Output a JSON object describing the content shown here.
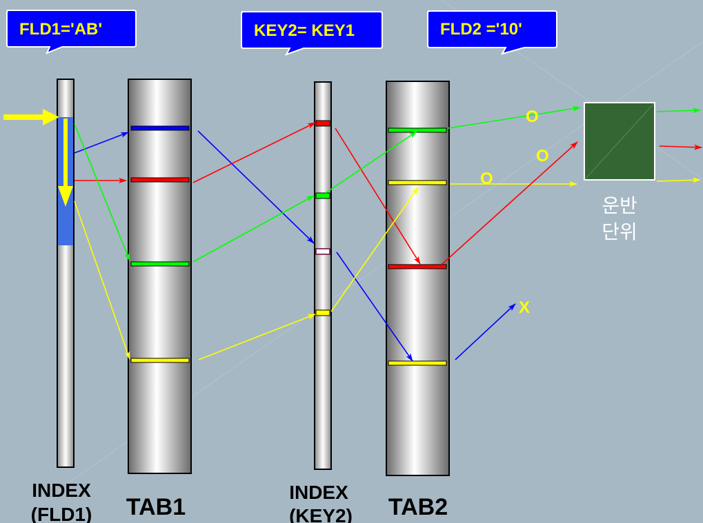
{
  "callouts": {
    "fld1": "FLD1='AB'",
    "key2": "KEY2= KEY1",
    "fld2": "FLD2 ='10'"
  },
  "columns": {
    "index1_line1": "INDEX",
    "index1_line2": "(FLD1)",
    "tab1": "TAB1",
    "index2_line1": "INDEX",
    "index2_line2": "(KEY2)",
    "tab2": "TAB2"
  },
  "results": {
    "match": "O",
    "reject": "X"
  },
  "output_unit": {
    "line1": "운반",
    "line2": "단위"
  },
  "colors": {
    "background": "#a6b8c4",
    "bubble": "#0000ff",
    "blue": "#0000ff",
    "red": "#ff0000",
    "green": "#00ff00",
    "yellow": "#ffff00",
    "box": "#336633"
  }
}
